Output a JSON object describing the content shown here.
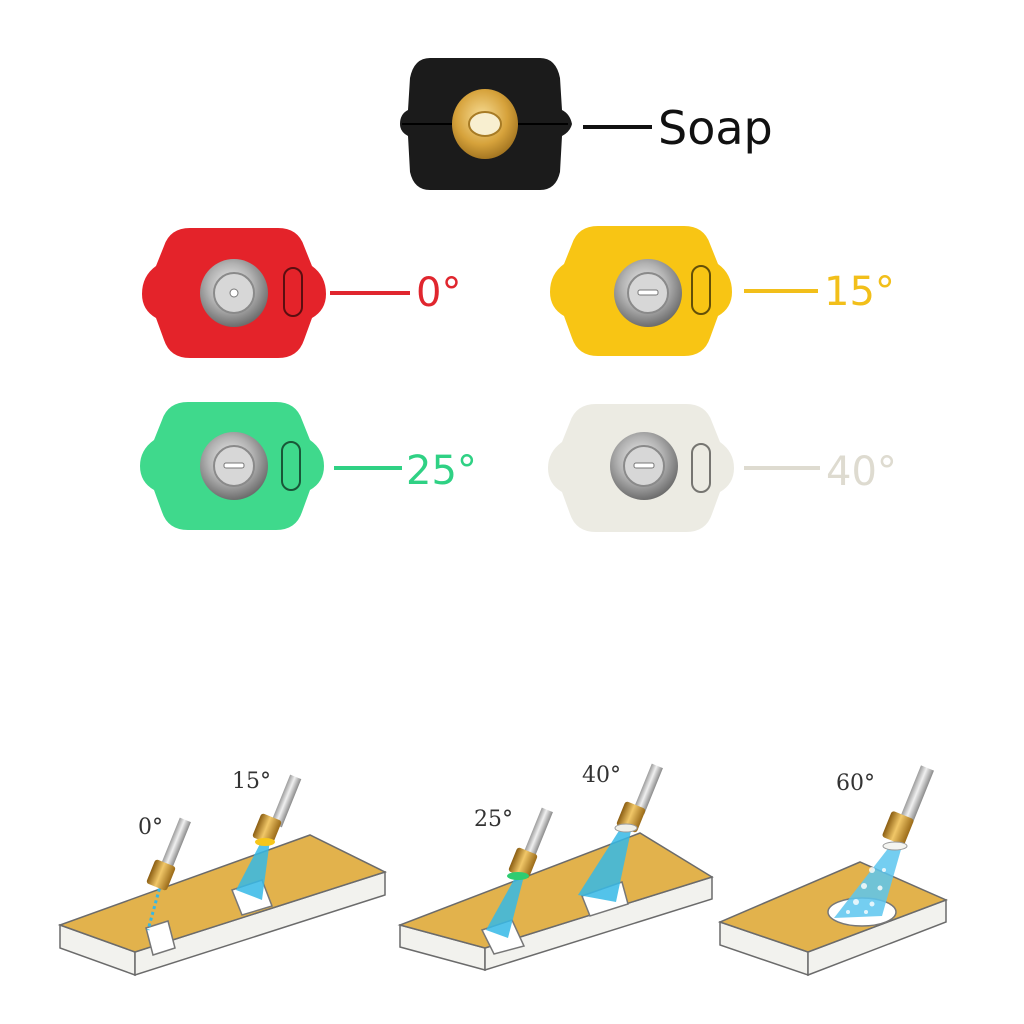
{
  "nozzles": [
    {
      "id": "soap",
      "label": "Soap",
      "body_color": "#1b1b1b",
      "label_color": "#111111",
      "insert": "brass"
    },
    {
      "id": "red",
      "label": "0°",
      "body_color": "#e4232a",
      "label_color": "#e0262e",
      "insert": "steel"
    },
    {
      "id": "yellow",
      "label": "15°",
      "body_color": "#f8c514",
      "label_color": "#f2bf1a",
      "insert": "steel"
    },
    {
      "id": "green",
      "label": "25°",
      "body_color": "#3fd98c",
      "label_color": "#2fd184",
      "insert": "steel"
    },
    {
      "id": "white",
      "label": "40°",
      "body_color": "#ecebe3",
      "label_color": "#dedbd0",
      "insert": "steel"
    }
  ],
  "spray_diagrams": [
    {
      "id": "left",
      "labels": [
        "0°",
        "15°"
      ]
    },
    {
      "id": "middle",
      "labels": [
        "25°",
        "40°"
      ]
    },
    {
      "id": "right",
      "labels": [
        "60°"
      ]
    }
  ],
  "colors": {
    "board_top": "#e2b24c",
    "board_side": "#f2f2ee",
    "board_edge": "#6b6b6b",
    "spray": "#35b8e6",
    "brass": "#d9a33a"
  }
}
